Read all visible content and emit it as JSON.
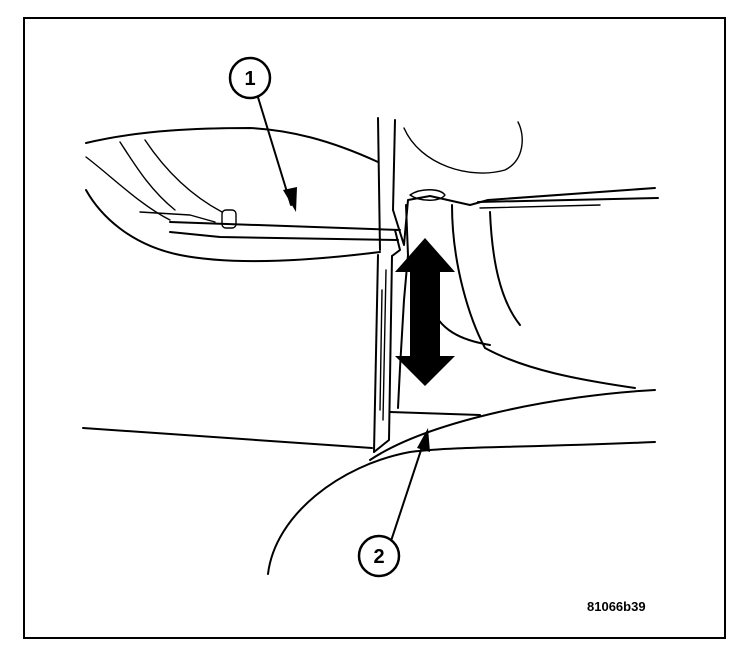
{
  "callouts": [
    {
      "label": "1"
    },
    {
      "label": "2"
    }
  ],
  "figure_id": "81066b39",
  "icons": {
    "adjustment_arrow": "double-headed-vertical-arrow-icon",
    "leader_arrow": "leader-arrow-icon"
  },
  "colors": {
    "ink": "#000000",
    "paper": "#ffffff"
  }
}
